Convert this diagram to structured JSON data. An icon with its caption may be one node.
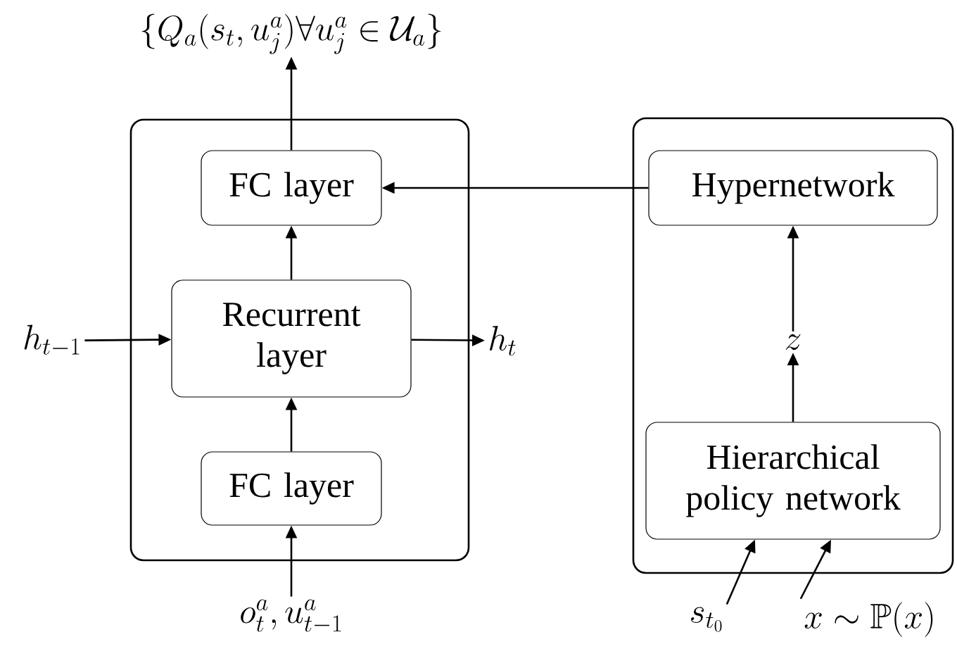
{
  "diagram": {
    "nodes": [
      {
        "text": [],
        "shape": "box"
      },
      {
        "text": [
          "FC layer"
        ],
        "in": 0
      },
      {
        "text": [
          "Recurrent layer"
        ],
        "in": 0
      },
      {
        "text": [
          "FC layer"
        ],
        "in": 0
      },
      {
        "text": [],
        "shape": "box"
      },
      {
        "text": [
          "Hypernetwork"
        ],
        "in": 4
      },
      {
        "text": [
          "Hierarchical policy network"
        ],
        "in": 4
      },
      {
        "text": [
          "\\{Q_a(s_t,u_j^a)\\forall u_j^a\\in\\mathcal{U}_a\\}"
        ]
      },
      {
        "text": [
          "h_{t-1}"
        ]
      },
      {
        "text": [
          "h_t"
        ]
      },
      {
        "text": [
          "o_t^a,u_{t-1}^a"
        ]
      },
      {
        "text": [
          "z"
        ],
        "in": 4
      },
      {
        "text": [
          "s_{t_0}"
        ]
      },
      {
        "text": [
          "x\\sim\\mathbb{P}(x)"
        ]
      }
    ],
    "edges": [
      {
        "from": 1,
        "to": 7,
        "arrow": "to"
      },
      {
        "from": 2,
        "to": 1,
        "arrow": "to"
      },
      {
        "from": 8,
        "to": 2,
        "arrow": "to"
      },
      {
        "from": 2,
        "to": 9,
        "arrow": "to"
      },
      {
        "from": 3,
        "to": 2,
        "arrow": "to"
      },
      {
        "from": 10,
        "to": 3,
        "arrow": "to"
      },
      {
        "from": 5,
        "to": 1,
        "arrow": "to"
      },
      {
        "from": 11,
        "to": 5,
        "arrow": "to"
      },
      {
        "from": 6,
        "to": 11,
        "arrow": "to"
      },
      {
        "from": 12,
        "to": 6,
        "arrow": "to"
      },
      {
        "from": 13,
        "to": 6,
        "arrow": "to"
      }
    ]
  }
}
